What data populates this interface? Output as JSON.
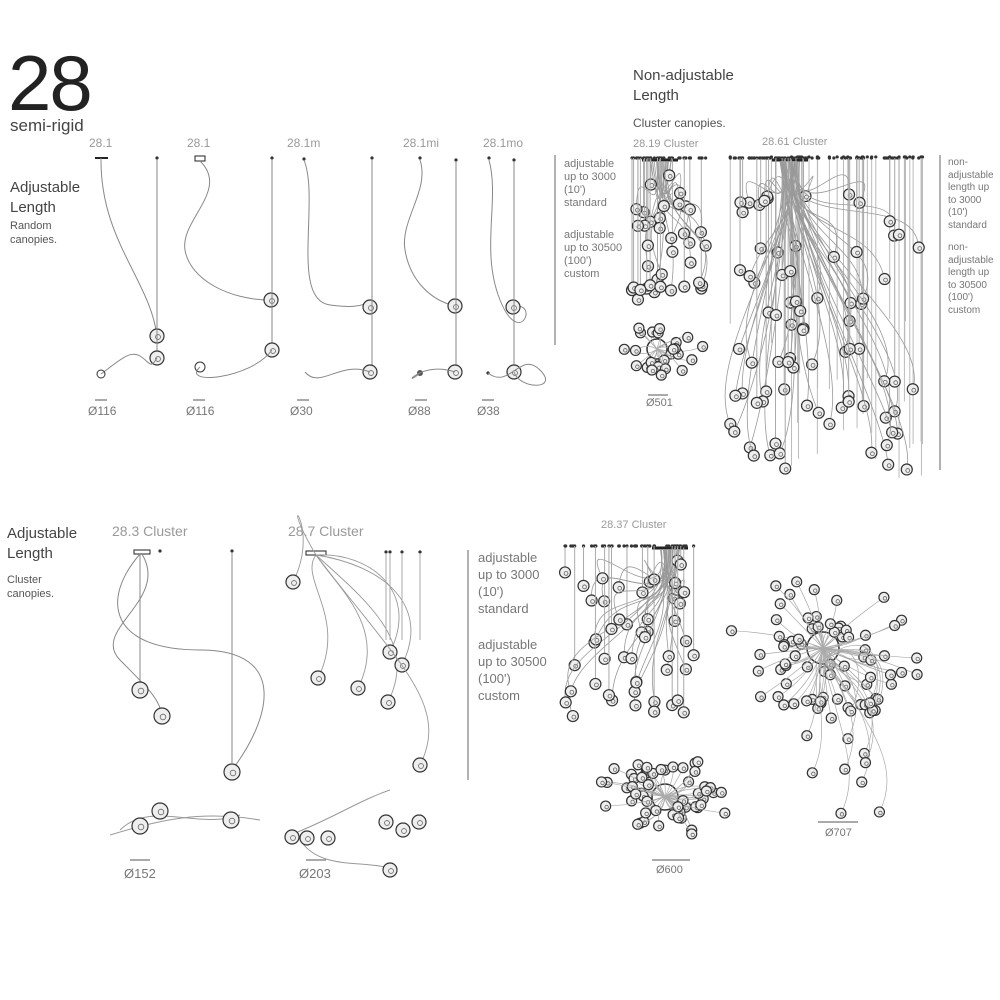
{
  "header": {
    "number": "28",
    "subtitle": "semi-rigid"
  },
  "section_random": {
    "title": "Adjustable Length",
    "desc": "Random canopies."
  },
  "random_models": [
    "28.1",
    "28.1",
    "28.1m",
    "28.1mi",
    "28.1mo"
  ],
  "random_diameters": [
    "Ø116",
    "Ø116",
    "Ø30",
    "Ø88",
    "Ø38"
  ],
  "adjustable_note": {
    "standard": "adjustable up to 3000 (10') standard",
    "custom": "adjustable up to 30500 (100') custom"
  },
  "section_nonadj": {
    "title": "Non-adjustable Length",
    "desc": "Cluster canopies.",
    "model_a": "28.19 Cluster",
    "model_b": "28.61 Cluster",
    "diameter_a": "Ø501"
  },
  "nonadj_note": {
    "standard": "non-adjustable length up to 3000 (10') standard",
    "custom": "non-adjustable length up to 30500 (100') custom"
  },
  "section_cluster": {
    "title": "Adjustable Length",
    "desc": "Cluster canopies.",
    "model_a": "28.3 Cluster",
    "model_b": "28.7 Cluster",
    "model_c": "28.37 Cluster",
    "diameter_a": "Ø152",
    "diameter_b": "Ø203",
    "diameter_c": "Ø600",
    "diameter_d": "Ø707"
  }
}
